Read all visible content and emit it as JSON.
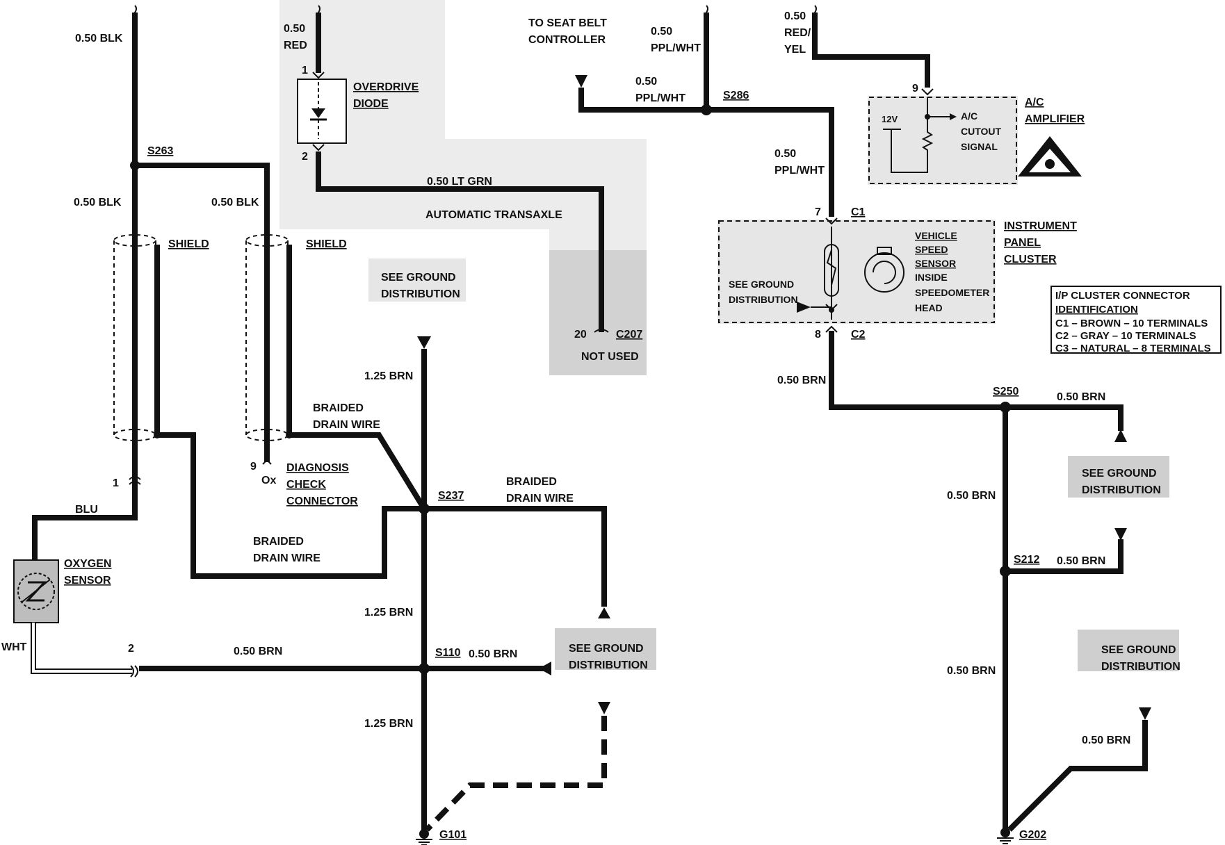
{
  "labels": {
    "blk_top": "0.50 BLK",
    "red_top_a": "0.50",
    "red_top_b": "RED",
    "pin1_diode": "1",
    "overdrive_diode_a": "OVERDRIVE",
    "overdrive_diode_b": "DIODE",
    "pin2_diode": "2",
    "lt_grn": "0.50 LT GRN",
    "automatic_transaxle": "AUTOMATIC TRANSAXLE",
    "s263": "S263",
    "blk_left": "0.50 BLK",
    "blk_mid": "0.50 BLK",
    "shield_1": "SHIELD",
    "shield_2": "SHIELD",
    "see_ground_1a": "SEE GROUND",
    "see_ground_1b": "DISTRIBUTION",
    "pin20": "20",
    "c207": "C207",
    "not_used": "NOT USED",
    "to_seat_belt_a": "TO SEAT BELT",
    "to_seat_belt_b": "CONTROLLER",
    "ppl_wht_top_a": "0.50",
    "ppl_wht_top_b": "PPL/WHT",
    "ppl_wht_left_a": "0.50",
    "ppl_wht_left_b": "PPL/WHT",
    "s286": "S286",
    "ppl_wht_down_a": "0.50",
    "ppl_wht_down_b": "PPL/WHT",
    "red_yel_a": "0.50",
    "red_yel_b": "RED/",
    "red_yel_c": "YEL",
    "pin9_amp": "9",
    "v12": "12V",
    "ac_cutout_a": "A/C",
    "ac_cutout_b": "CUTOUT",
    "ac_cutout_c": "SIGNAL",
    "ac_amp_a": "A/C",
    "ac_amp_b": "AMPLIFIER",
    "pin7": "7",
    "c1": "C1",
    "ipc_a": "INSTRUMENT",
    "ipc_b": "PANEL",
    "ipc_c": "CLUSTER",
    "vss_a": "VEHICLE",
    "vss_b": "SPEED",
    "vss_c": "SENSOR",
    "vss_d": "INSIDE",
    "vss_e": "SPEEDOMETER",
    "vss_f": "HEAD",
    "see_ground_ipc_a": "SEE GROUND",
    "see_ground_ipc_b": "DISTRIBUTION",
    "pin8": "8",
    "c2": "C2",
    "brn_ipc": "0.50 BRN",
    "conn_id_title_a": "I/P CLUSTER CONNECTOR",
    "conn_id_title_b": "IDENTIFICATION",
    "conn_c1": "C1 – BROWN – 10 TERMINALS",
    "conn_c2": "C2 – GRAY – 10 TERMINALS",
    "conn_c3": "C3 – NATURAL – 8 TERMINALS",
    "s250": "S250",
    "brn_s250_right": "0.50 BRN",
    "see_ground_r1a": "SEE GROUND",
    "see_ground_r1b": "DISTRIBUTION",
    "brn_r_upper": "0.50 BRN",
    "s212": "S212",
    "brn_s212_right": "0.50 BRN",
    "see_ground_r2a": "SEE GROUND",
    "see_ground_r2b": "DISTRIBUTION",
    "brn_r_lower": "0.50 BRN",
    "brn_r_branch": "0.50 BRN",
    "g202": "G202",
    "brn_125_top": "1.25 BRN",
    "braided_1a": "BRAIDED",
    "braided_1b": "DRAIN WIRE",
    "pin9_diag": "9",
    "ox": "Ox",
    "diag_a": "DIAGNOSIS",
    "diag_b": "CHECK",
    "diag_c": "CONNECTOR",
    "s237": "S237",
    "braided_2a": "BRAIDED",
    "braided_2b": "DRAIN WIRE",
    "pin1_o2": "1",
    "blu": "BLU",
    "braided_3a": "BRAIDED",
    "braided_3b": "DRAIN WIRE",
    "oxygen_a": "OXYGEN",
    "oxygen_b": "SENSOR",
    "brn_125_mid": "1.25 BRN",
    "wht": "WHT",
    "pin2_o2": "2",
    "brn_o2": "0.50 BRN",
    "s110": "S110",
    "brn_s110": "0.50 BRN",
    "see_ground_2a": "SEE GROUND",
    "see_ground_2b": "DISTRIBUTION",
    "brn_125_bot": "1.25 BRN",
    "g101": "G101"
  }
}
